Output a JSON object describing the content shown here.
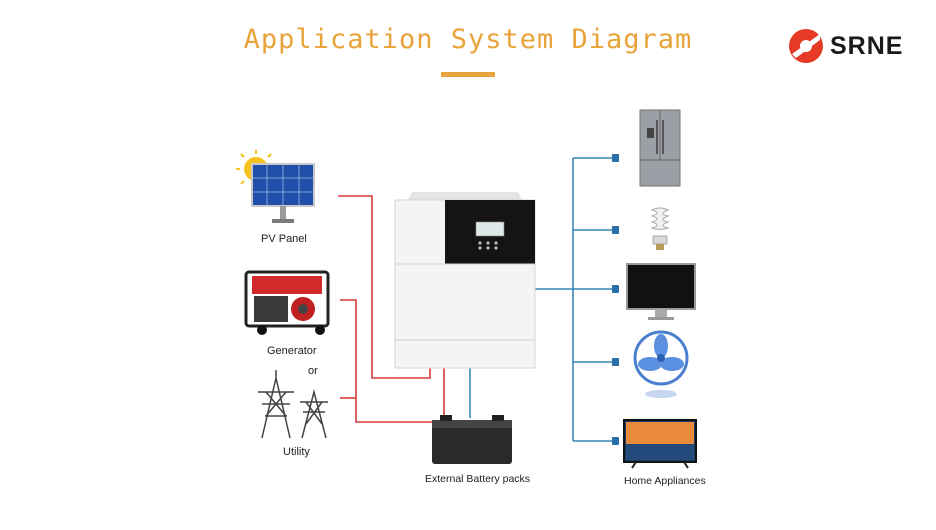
{
  "title": "Application System Diagram",
  "brand": {
    "name": "SRNE",
    "accent_color": "#e53a25"
  },
  "colors": {
    "title": "#e8a33a",
    "input_line": "#d63b3b",
    "output_line": "#3a86b8"
  },
  "sources": {
    "pv_panel": "PV Panel",
    "generator": "Generator",
    "or": "or",
    "utility": "Utility"
  },
  "battery": {
    "label": "External Battery packs"
  },
  "loads": {
    "label": "Home Appliances",
    "items": [
      "refrigerator-icon",
      "bulb-icon",
      "monitor-icon",
      "fan-icon",
      "tv-icon"
    ]
  },
  "inverter": {
    "icon": "inverter-icon"
  }
}
